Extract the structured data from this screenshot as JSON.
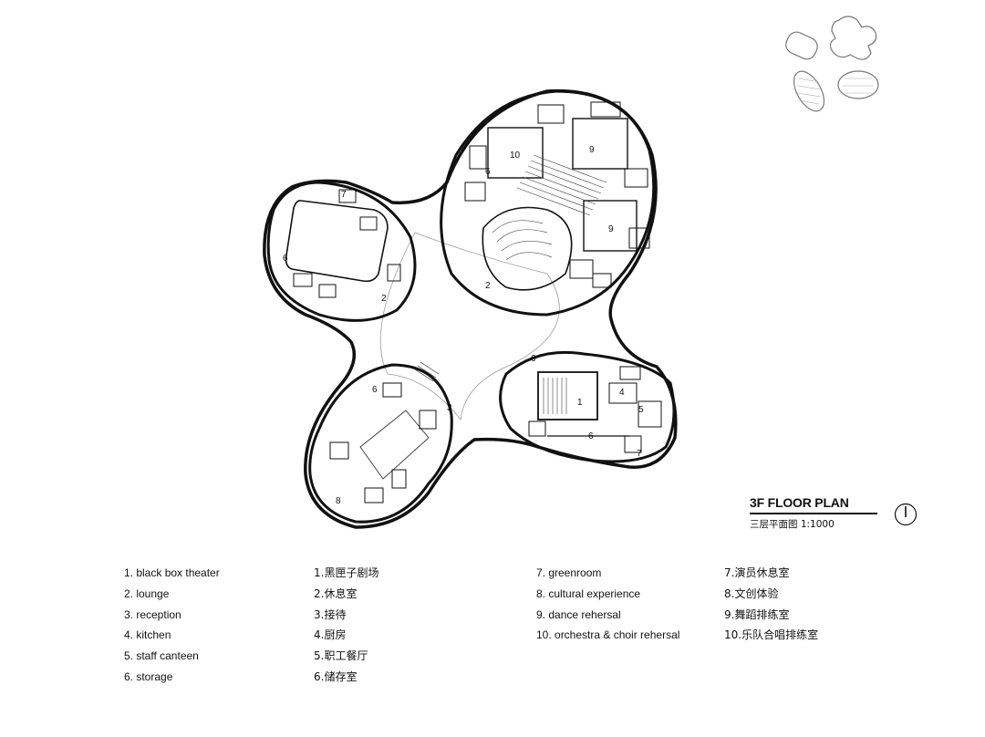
{
  "plan": {
    "room_numbers": [
      "10",
      "9",
      "9",
      "6",
      "6",
      "6",
      "6",
      "6",
      "2",
      "2",
      "3",
      "8",
      "1",
      "4",
      "5",
      "7",
      "7"
    ],
    "key_map_icons": [
      "capsule-shape-icon",
      "cross-shape-icon",
      "oval-shape-icon",
      "hatched-oval-shape-icon"
    ]
  },
  "title": {
    "main": "3F FLOOR PLAN",
    "sub": "三层平面图 1:1000"
  },
  "legend": {
    "col1": [
      "1. black box theater",
      "2. lounge",
      "3. reception",
      "4. kitchen",
      "5. staff canteen",
      "6. storage"
    ],
    "col2": [
      "1.黑匣子剧场",
      "2.休息室",
      "3.接待",
      "4.厨房",
      "5.职工餐厅",
      "6.储存室"
    ],
    "col3": [
      "7. greenroom",
      "8. cultural experience",
      "9. dance rehersal",
      "10. orchestra & choir rehersal"
    ],
    "col4": [
      "7.演员休息室",
      "8.文创体验",
      "9.舞蹈排练室",
      "10.乐队合唱排练室"
    ]
  }
}
